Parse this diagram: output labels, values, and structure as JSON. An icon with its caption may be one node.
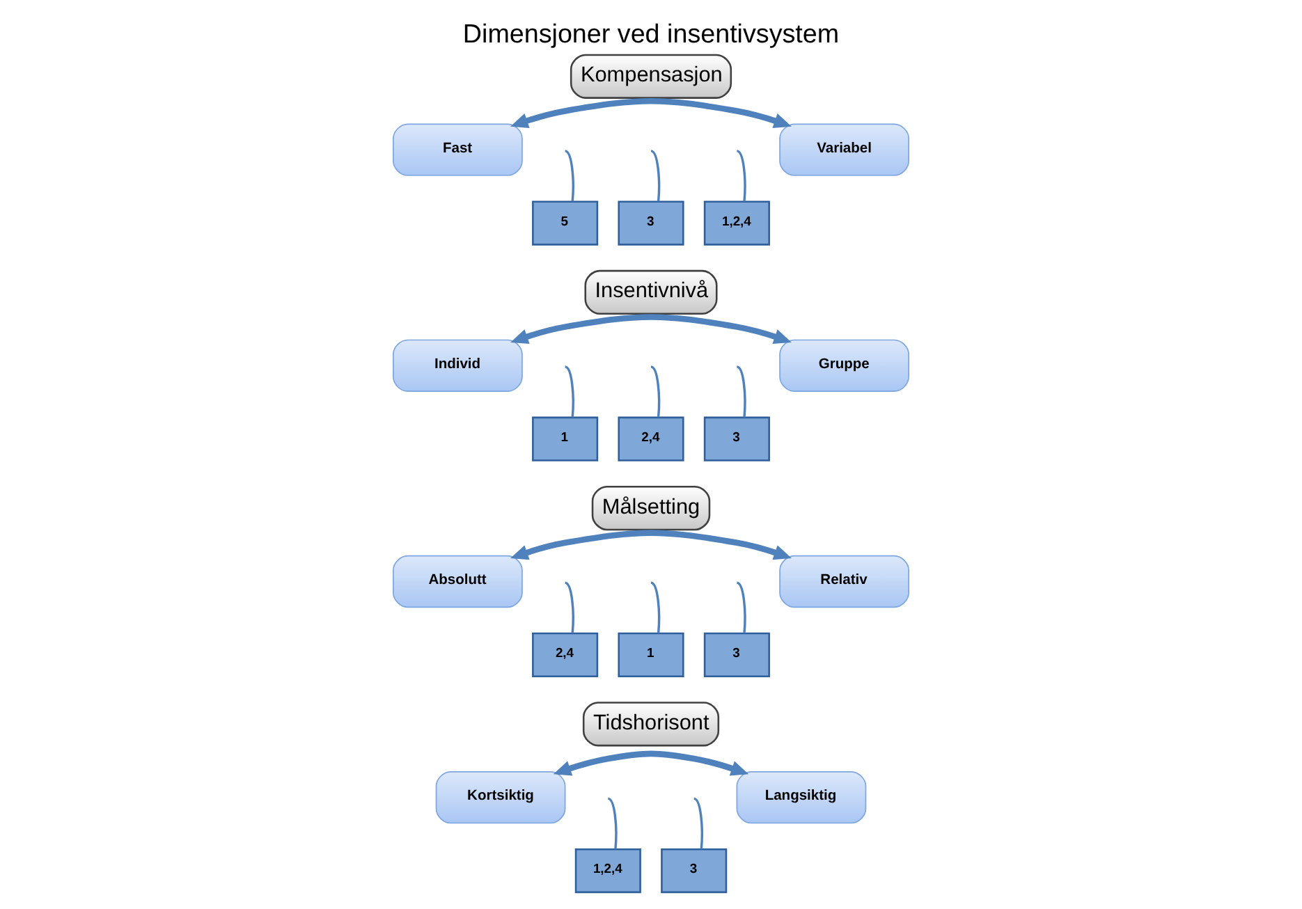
{
  "diagram": {
    "title": "Dimensjoner ved insentivsystem",
    "nodes": [
      {
        "text": [
          "Kompensasjon"
        ]
      },
      {
        "text": [
          "Fast"
        ]
      },
      {
        "text": [
          "Variabel"
        ]
      },
      {
        "text": [
          "5"
        ]
      },
      {
        "text": [
          "3"
        ]
      },
      {
        "text": [
          "1,2,4"
        ]
      },
      {
        "text": [
          "Insentivnivå"
        ]
      },
      {
        "text": [
          "Individ"
        ]
      },
      {
        "text": [
          "Gruppe"
        ]
      },
      {
        "text": [
          "1"
        ]
      },
      {
        "text": [
          "2,4"
        ]
      },
      {
        "text": [
          "3"
        ]
      },
      {
        "text": [
          "Målsetting"
        ]
      },
      {
        "text": [
          "Absolutt"
        ]
      },
      {
        "text": [
          "Relativ"
        ]
      },
      {
        "text": [
          "2,4"
        ]
      },
      {
        "text": [
          "1"
        ]
      },
      {
        "text": [
          "3"
        ]
      },
      {
        "text": [
          "Tidshorisont"
        ]
      },
      {
        "text": [
          "Kortsiktig"
        ]
      },
      {
        "text": [
          "Langsiktig"
        ]
      },
      {
        "text": [
          "1,2,4"
        ]
      },
      {
        "text": [
          "3"
        ]
      }
    ],
    "edges": [
      {
        "from": 1,
        "to": 2,
        "arrow": "both",
        "style": "thick"
      },
      {
        "from": 3,
        "to": null,
        "arrow": "none"
      },
      {
        "from": 4,
        "to": null,
        "arrow": "none"
      },
      {
        "from": 5,
        "to": null,
        "arrow": "none"
      },
      {
        "from": 7,
        "to": 8,
        "arrow": "both",
        "style": "thick"
      },
      {
        "from": 9,
        "to": null,
        "arrow": "none"
      },
      {
        "from": 10,
        "to": null,
        "arrow": "none"
      },
      {
        "from": 11,
        "to": null,
        "arrow": "none"
      },
      {
        "from": 13,
        "to": 14,
        "arrow": "both",
        "style": "thick"
      },
      {
        "from": 15,
        "to": null,
        "arrow": "none"
      },
      {
        "from": 16,
        "to": null,
        "arrow": "none"
      },
      {
        "from": 17,
        "to": null,
        "arrow": "none"
      },
      {
        "from": 19,
        "to": 20,
        "arrow": "both",
        "style": "thick"
      },
      {
        "from": 21,
        "to": null,
        "arrow": "none"
      },
      {
        "from": 22,
        "to": null,
        "arrow": "none"
      }
    ]
  }
}
